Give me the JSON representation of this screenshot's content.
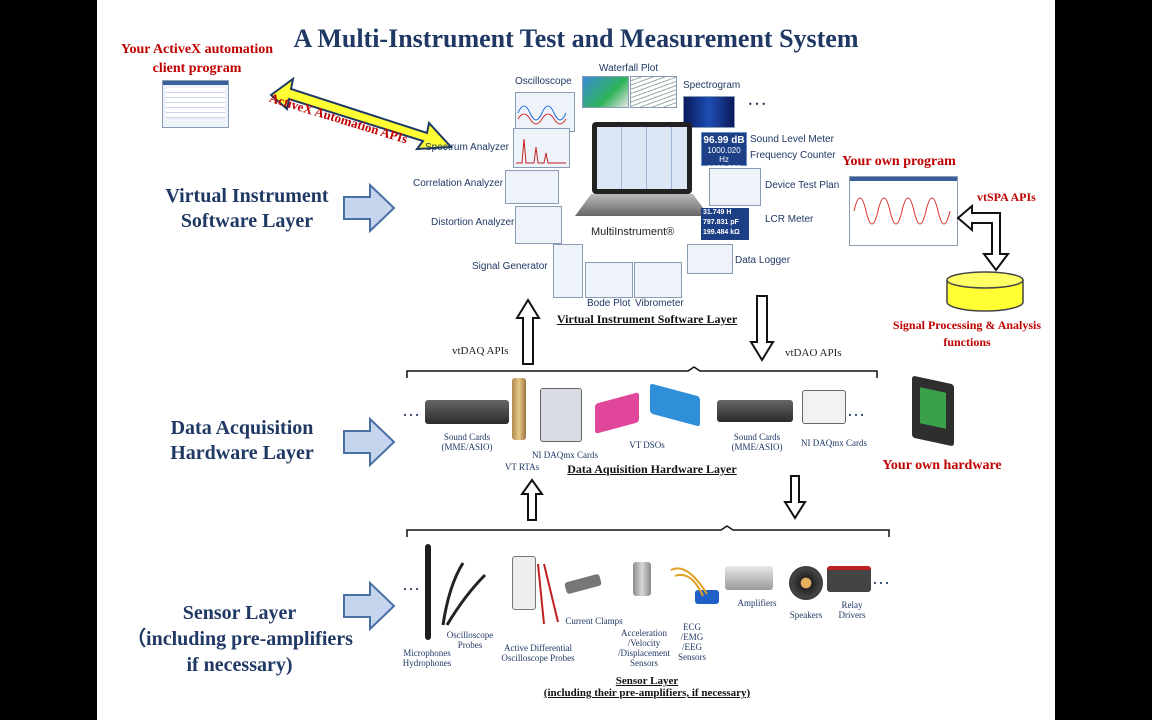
{
  "title": "A Multi-Instrument Test and Measurement System",
  "activex": {
    "client": "Your ActiveX automation client program",
    "apis": "ActiveX Automation APIs"
  },
  "own_program": "Your own program",
  "vtspa_apis": "vtSPA APIs",
  "signal_processing": "Signal Processing & Analysis functions",
  "own_hardware": "Your own hardware",
  "layers": {
    "software": "Virtual Instrument Software Layer",
    "daq": "Data Acquisition Hardware Layer",
    "sensor_line1": "Sensor Layer",
    "sensor_line2": "（including pre-amplifiers",
    "sensor_line3": "if necessary)"
  },
  "instruments": {
    "oscilloscope": "Oscilloscope",
    "waterfall": "Waterfall Plot",
    "spectrogram": "Spectrogram",
    "ellipsis": "…",
    "spectrum": "Spectrum Analyzer",
    "correlation": "Correlation Analyzer",
    "distortion": "Distortion Analyzer",
    "signal_gen": "Signal Generator",
    "bode": "Bode Plot",
    "vibrometer": "Vibrometer",
    "slm": "Sound Level Meter",
    "freq": "Frequency Counter",
    "device_test": "Device Test Plan",
    "lcr": "LCR Meter",
    "logger": "Data Logger",
    "brand": "MultiInstrument®",
    "slm_value": "96.99 dB",
    "freq_value1": "1000.020 Hz",
    "freq_value2": "1000.020 Hz",
    "lcr_value1": "31.749 H",
    "lcr_value2": "797.831 pF",
    "lcr_value3": "199.484 kΩ"
  },
  "software_layer_label": "Virtual Instrument Software Layer",
  "vtdaq": "vtDAQ APIs",
  "vtdao": "vtDAO APIs",
  "daq": {
    "label": "Data Aquisition Hardware Layer",
    "sound_cards": "Sound Cards",
    "sound_cards_sub": "(MME/ASIO)",
    "vt_rtas": "VT RTAs",
    "ni_daqmx": "NI DAQmx Cards",
    "vt_dsos": "VT DSOs",
    "sound_cards2": "Sound Cards",
    "sound_cards2_sub": "(MME/ASIO)",
    "ni_daqmx2": "NI DAQmx Cards",
    "ellipsis": "…"
  },
  "sensors": {
    "mic1": "Microphones",
    "mic2": "Hydrophones",
    "probes1": "Oscilloscope",
    "probes2": "Probes",
    "diff1": "Active Differential",
    "diff2": "Oscilloscope Probes",
    "clamps": "Current Clamps",
    "accel1": "Acceleration",
    "accel2": "/Velocity",
    "accel3": "/Displacement",
    "accel4": "Sensors",
    "ecg1": "ECG",
    "ecg2": "/EMG",
    "ecg3": "/EEG",
    "ecg4": "Sensors",
    "amps": "Amplifiers",
    "speakers": "Speakers",
    "relay1": "Relay",
    "relay2": "Drivers",
    "layer1": "Sensor Layer",
    "layer2": "(including their pre-amplifiers, if necessary)",
    "ellipsis": "…"
  }
}
